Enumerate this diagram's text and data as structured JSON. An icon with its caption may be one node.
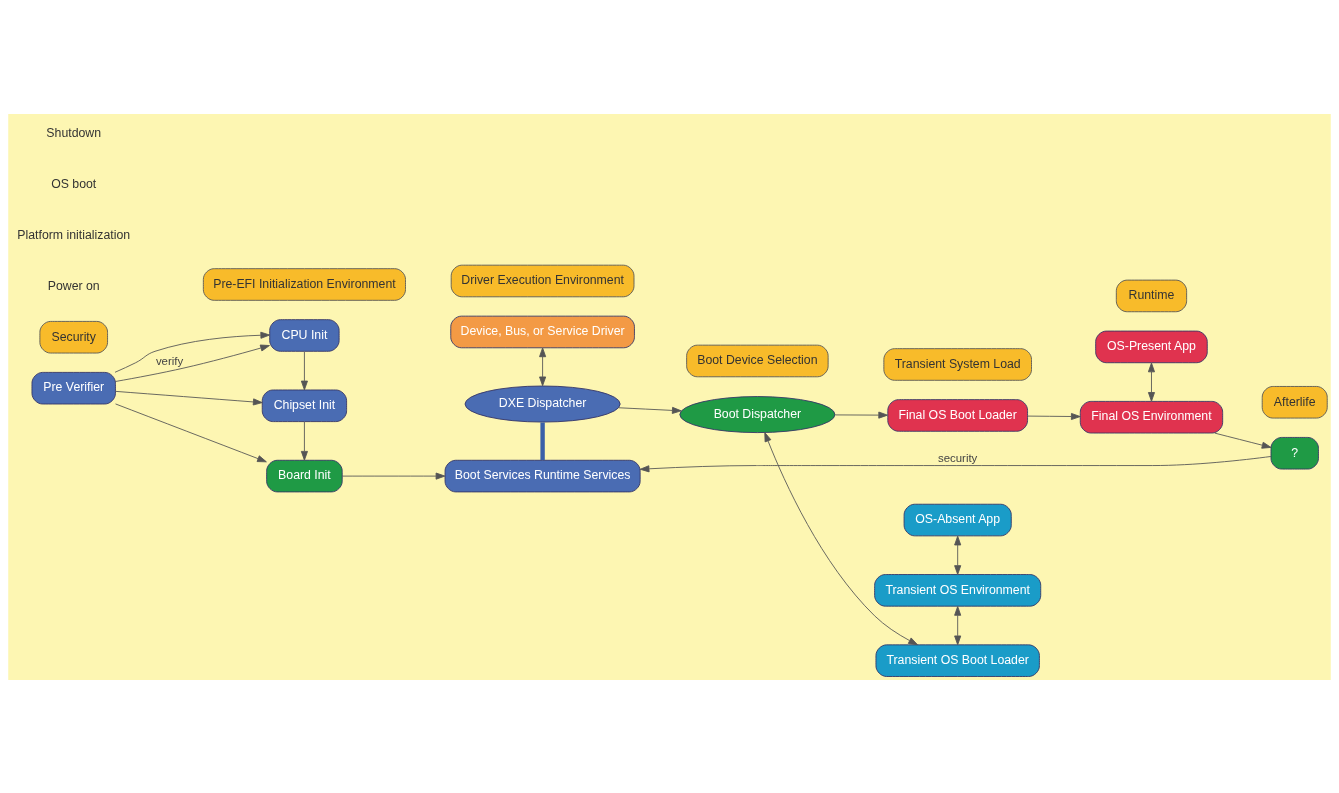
{
  "diagram": {
    "nodes": [
      {
        "text": [
          "Pre Verifier"
        ]
      },
      {
        "text": [
          "CPU Init"
        ]
      },
      {
        "text": [
          "Chipset Init"
        ]
      },
      {
        "text": [
          "Board Init"
        ]
      },
      {
        "text": [
          "Device, Bus, or Service Driver"
        ]
      },
      {
        "text": [
          "DXE Dispatcher"
        ]
      },
      {
        "text": [
          "Boot Services Runtime Services"
        ]
      },
      {
        "text": [
          "Boot Dispatcher"
        ]
      },
      {
        "text": [
          "OS-Absent App"
        ]
      },
      {
        "text": [
          "Transient OS Environment"
        ]
      },
      {
        "text": [
          "Transient OS Boot Loader"
        ]
      },
      {
        "text": [
          "Final OS Boot Loader"
        ]
      },
      {
        "text": [
          "OS-Present App"
        ]
      },
      {
        "text": [
          "Final OS Environment"
        ]
      },
      {
        "text": [
          "?"
        ]
      },
      {
        "text": [
          "Security"
        ]
      },
      {
        "text": [
          "Pre-EFI Initialization Environment"
        ]
      },
      {
        "text": [
          "Driver Execution Environment"
        ]
      },
      {
        "text": [
          "Boot Device Selection"
        ]
      },
      {
        "text": [
          "Transient System Load"
        ]
      },
      {
        "text": [
          "Runtime"
        ]
      },
      {
        "text": [
          "Afterlife"
        ]
      }
    ],
    "edges": [
      {
        "from": 0,
        "to": 1,
        "arrow": "to"
      },
      {
        "from": 0,
        "to": 1,
        "arrow": "to",
        "label": "verify"
      },
      {
        "from": 0,
        "to": 2,
        "arrow": "to"
      },
      {
        "from": 0,
        "to": 3,
        "arrow": "to"
      },
      {
        "from": 1,
        "to": 2,
        "arrow": "to"
      },
      {
        "from": 2,
        "to": 3,
        "arrow": "to"
      },
      {
        "from": 3,
        "to": 6,
        "arrow": "to"
      },
      {
        "from": 4,
        "to": 5,
        "arrow": "both"
      },
      {
        "from": 5,
        "to": 6,
        "arrow": "none",
        "style": "thick",
        "color": "#3a5fa8"
      },
      {
        "from": 5,
        "to": 7,
        "arrow": "to"
      },
      {
        "from": 8,
        "to": 9,
        "arrow": "both"
      },
      {
        "from": 9,
        "to": 10,
        "arrow": "both"
      },
      {
        "from": 10,
        "to": 7,
        "arrow": "both"
      },
      {
        "from": 7,
        "to": 11,
        "arrow": "to"
      },
      {
        "from": 11,
        "to": 13,
        "arrow": "to"
      },
      {
        "from": 12,
        "to": 13,
        "arrow": "both"
      },
      {
        "from": 13,
        "to": 14,
        "arrow": "to"
      },
      {
        "from": 14,
        "to": 6,
        "arrow": "to",
        "label": "security"
      }
    ],
    "labels": [
      "Power on",
      "Platform initialization",
      "OS boot",
      "Shutdown"
    ]
  }
}
